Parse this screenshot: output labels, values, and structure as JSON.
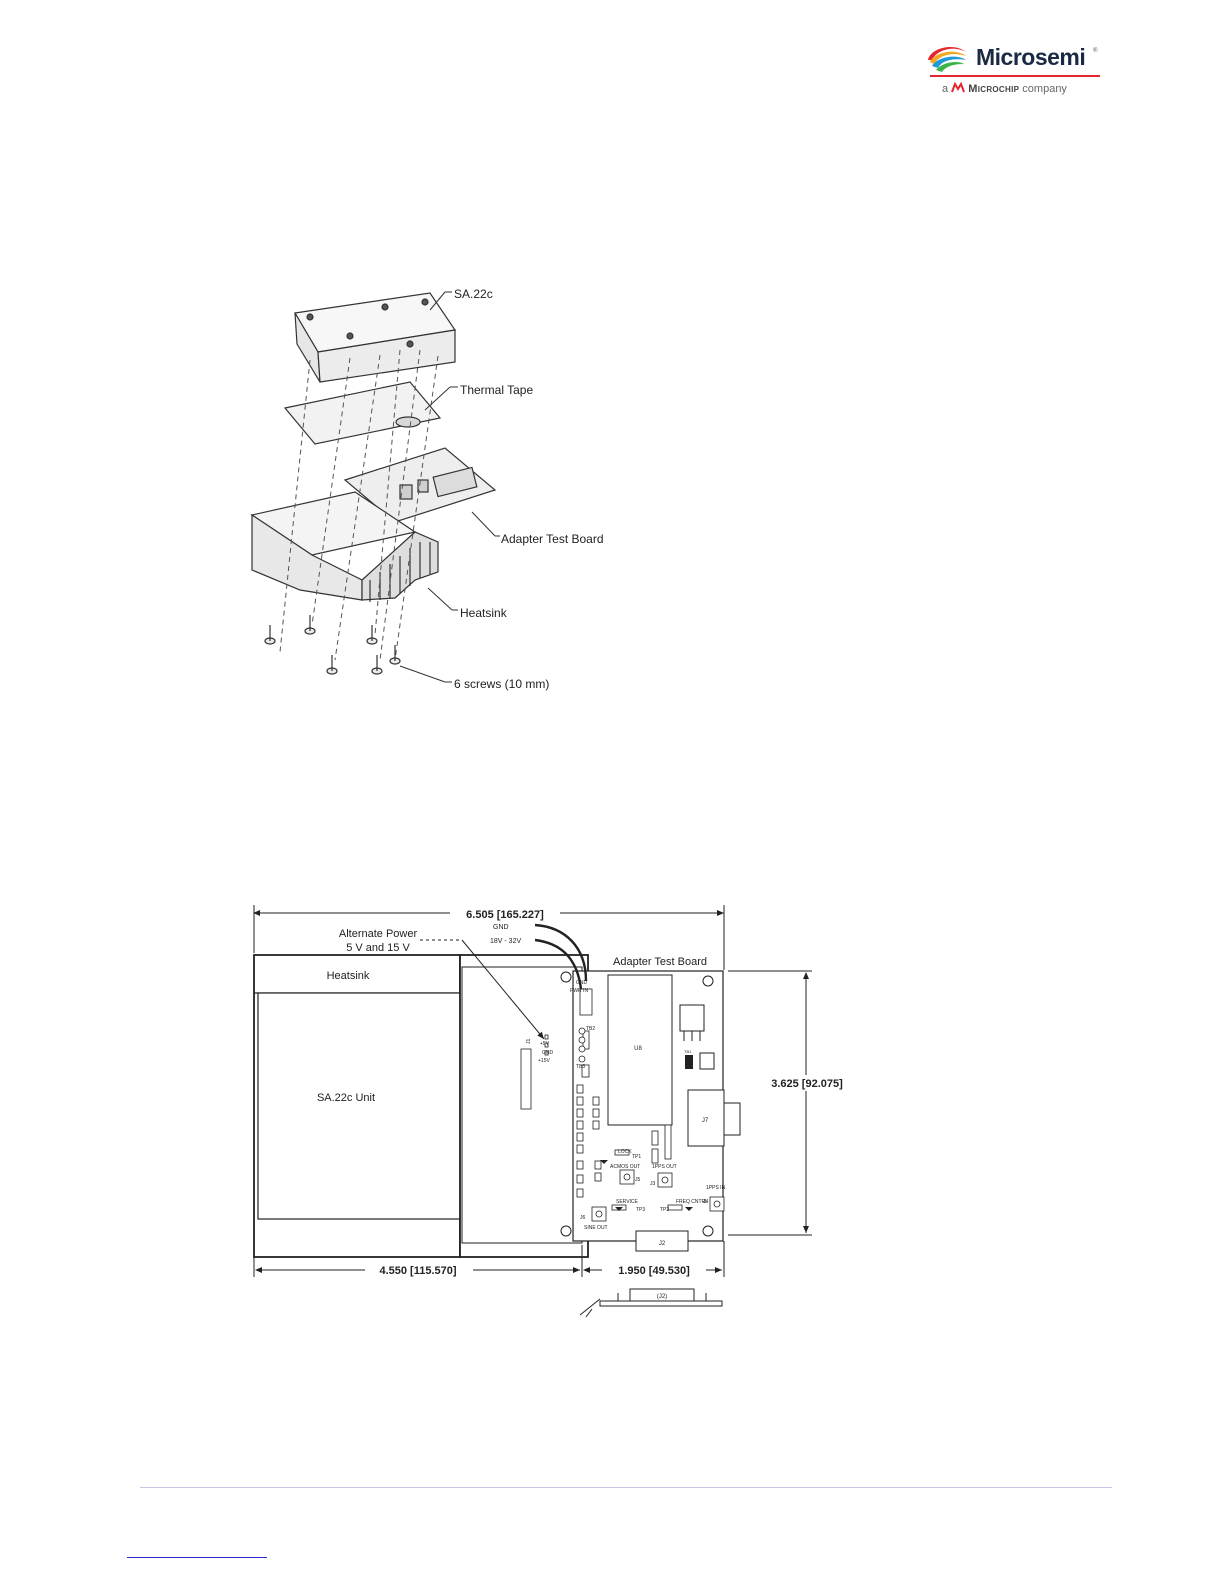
{
  "header": {
    "logo_word": "Microsemi",
    "logo_tm": "®",
    "logo_sub_prefix": "a",
    "logo_sub_brand": "Microchip",
    "logo_sub_suffix": "company",
    "colors": {
      "accent": "#e4262f",
      "navy": "#1a2a44"
    }
  },
  "figure1": {
    "labels": {
      "unit": "SA.22c",
      "tape": "Thermal Tape",
      "board": "Adapter Test Board",
      "heatsink": "Heatsink",
      "screws": "6 screws (10 mm)"
    }
  },
  "figure2": {
    "dims": {
      "total_width": "6.505 [165.227]",
      "height": "3.625 [92.075]",
      "left_width": "4.550 [115.570]",
      "right_width": "1.950 [49.530]"
    },
    "labels": {
      "alt_power_1": "Alternate Power",
      "alt_power_2": "5 V and 15 V",
      "gnd": "GND",
      "voltage": "18V - 32V",
      "board": "Adapter Test Board",
      "heatsink": "Heatsink",
      "unit": "SA.22c Unit",
      "u8": "U8",
      "j7": "J7",
      "j2": "J2",
      "j1": "J1",
      "j2_side": "(J2)",
      "acmos_out": "ACMOS OUT",
      "pps_out": "1PPS OUT",
      "pps_in": "1PPS IN",
      "sine_out": "SINE OUT",
      "j3": "J3",
      "j4": "J4",
      "j5": "J5",
      "j6": "J6",
      "p5v": "+5V",
      "gnd_small": "GND",
      "p15v": "+15V",
      "lock": "LOCK",
      "service": "SERVICE",
      "freq_cntl": "FREQ CNTRL",
      "tp1": "TP1",
      "tp2": "TP2",
      "tp3": "TP3",
      "tb1": "TB1",
      "tb2": "TB2",
      "tb3": "TB3",
      "pwr_in": "PWR IN",
      "gnd_in": "GND"
    }
  }
}
